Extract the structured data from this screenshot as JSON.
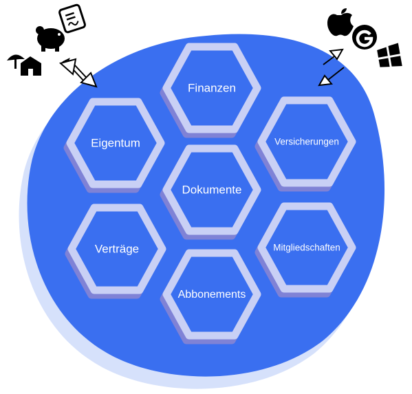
{
  "colors": {
    "blob": "#3a6ff0",
    "blob_shadow": "#d6e1fb",
    "hex_stroke": "#c9d0f5",
    "hex_shadow": "#7f82d6",
    "icon": "#000000"
  },
  "hexagons": [
    {
      "id": "finanzen",
      "label": "Finanzen"
    },
    {
      "id": "eigentum",
      "label": "Eigentum"
    },
    {
      "id": "versicherungen",
      "label": "Versicherungen"
    },
    {
      "id": "dokumente",
      "label": "Dokumente"
    },
    {
      "id": "vertraege",
      "label": "Verträge"
    },
    {
      "id": "mitgliedschaften",
      "label": "Mitgliedschaften"
    },
    {
      "id": "abbonements",
      "label": "Abbonements"
    }
  ],
  "icons_left": [
    "umbrella-house-icon",
    "piggy-bank-icon",
    "contract-document-icon"
  ],
  "icons_right": [
    "apple-icon",
    "google-icon",
    "windows-icon"
  ],
  "arrows": [
    "sync-arrows-left-icon",
    "sync-arrows-right-icon"
  ]
}
